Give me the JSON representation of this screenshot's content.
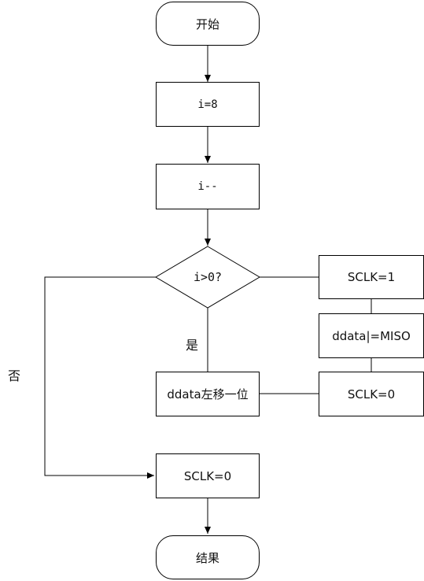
{
  "flowchart": {
    "start": "开始",
    "init": "i=8",
    "decrement": "i--",
    "condition": "i>0?",
    "sclk_high": "SCLK=1",
    "read_bit": "ddata|=MISO",
    "sclk_low": "SCLK=0",
    "shift_left": "ddata左移一位",
    "sclk_low_final": "SCLK=0",
    "end": "结果",
    "yes_label": "是",
    "no_label": "否"
  },
  "colors": {
    "line": "#000000",
    "fill": "#ffffff",
    "text": "#111111"
  }
}
